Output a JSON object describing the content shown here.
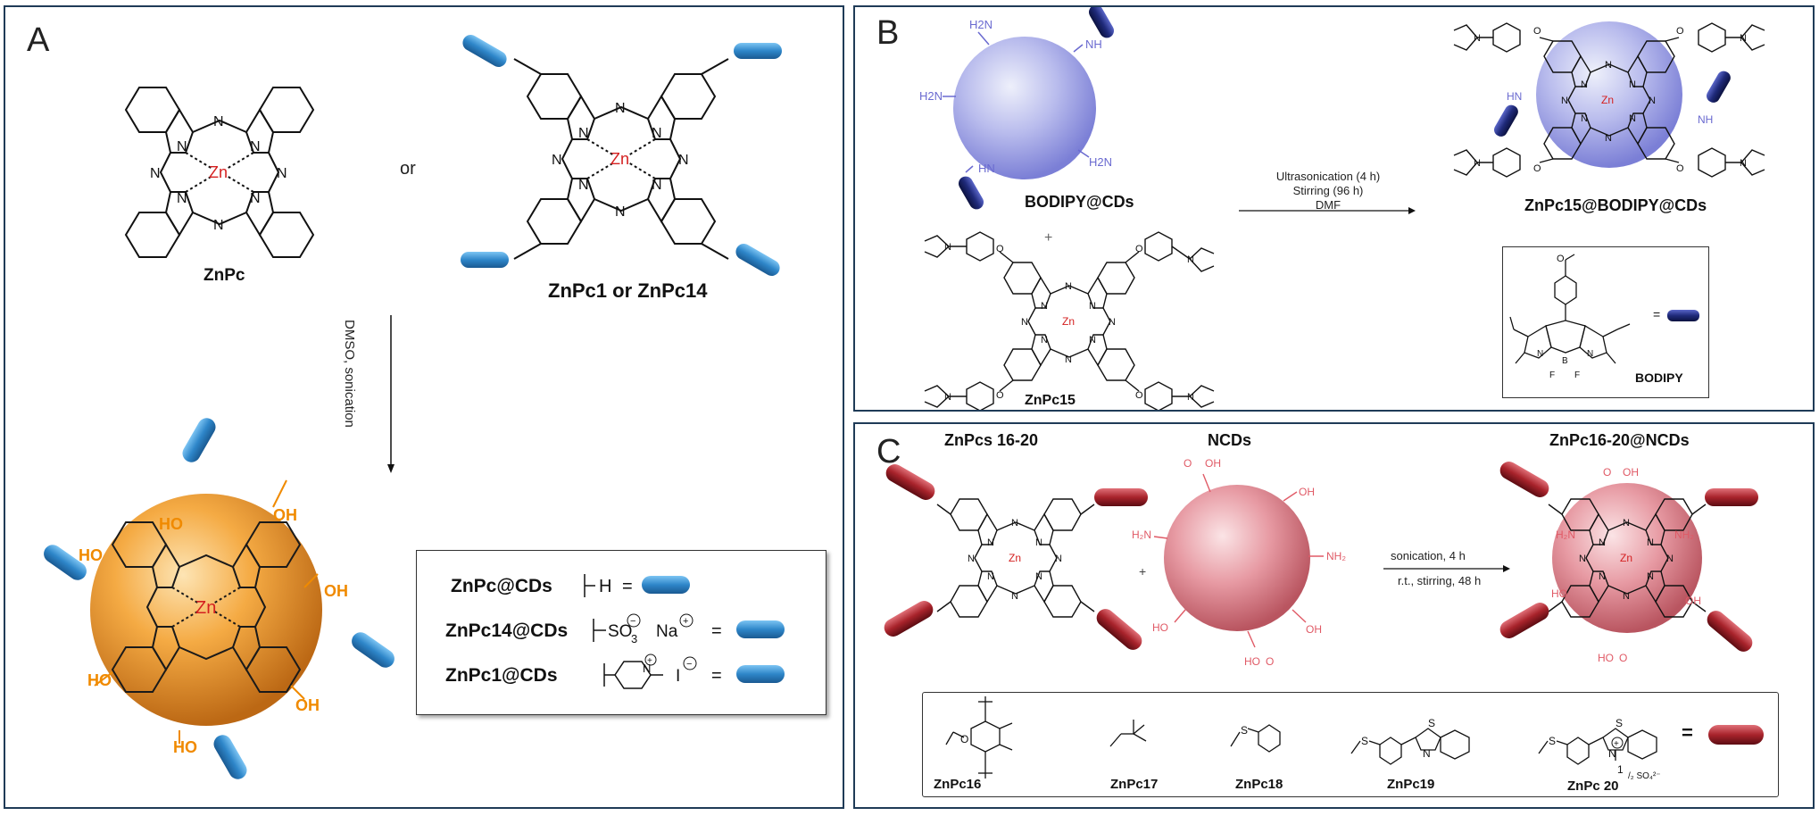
{
  "colors": {
    "panel_border": "#1f3b57",
    "pill_blue": "#2e86c9",
    "pill_navy": "#1f2a7a",
    "pill_red": "#a8232b",
    "sphere_orange": "#f0a030",
    "sphere_lilac": "#a9a9ec",
    "sphere_pink": "#e9a0a8",
    "zn_red": "#d42020",
    "oh_orange": "#f08a00",
    "amine_blue": "#6a6ad0",
    "ncd_red": "#e05a66"
  },
  "panelA": {
    "letter": "A",
    "znpc_label": "ZnPc",
    "or_label": "or",
    "znpc1_label": "ZnPc1 or ZnPc14",
    "arrow_label": "DMSO, sonication",
    "zn": "Zn",
    "oh": "HO",
    "oh2": "OH",
    "n": "N",
    "legend": [
      {
        "name": "ZnPc@CDs",
        "group": "H",
        "eq": "="
      },
      {
        "name": "ZnPc14@CDs",
        "group": "SO3",
        "counter": "Na",
        "eq": "="
      },
      {
        "name": "ZnPc1@CDs",
        "group": "pyridinium",
        "counter": "I",
        "eq": "="
      }
    ]
  },
  "panelB": {
    "letter": "B",
    "cd_label": "BODIPY@CDs",
    "plus": "+",
    "znpc15_label": "ZnPc15",
    "conditions": [
      "Ultrasonication (4 h)",
      "Stirring (96 h)",
      "DMF"
    ],
    "product_label": "ZnPc15@BODIPY@CDs",
    "bodipy_label": "BODIPY",
    "nh2": "H2N",
    "nh": "NH",
    "hn": "HN",
    "eq": "="
  },
  "panelC": {
    "letter": "C",
    "znpcs_label": "ZnPcs 16-20",
    "ncds_label": "NCDs",
    "product_label": "ZnPc16-20@NCDs",
    "plus": "+",
    "conditions": [
      "sonication, 4 h",
      "r.t., stirring, 48 h"
    ],
    "substituents": [
      "ZnPc16",
      "ZnPc17",
      "ZnPc18",
      "ZnPc19",
      "ZnPc 20"
    ],
    "eq": "="
  }
}
